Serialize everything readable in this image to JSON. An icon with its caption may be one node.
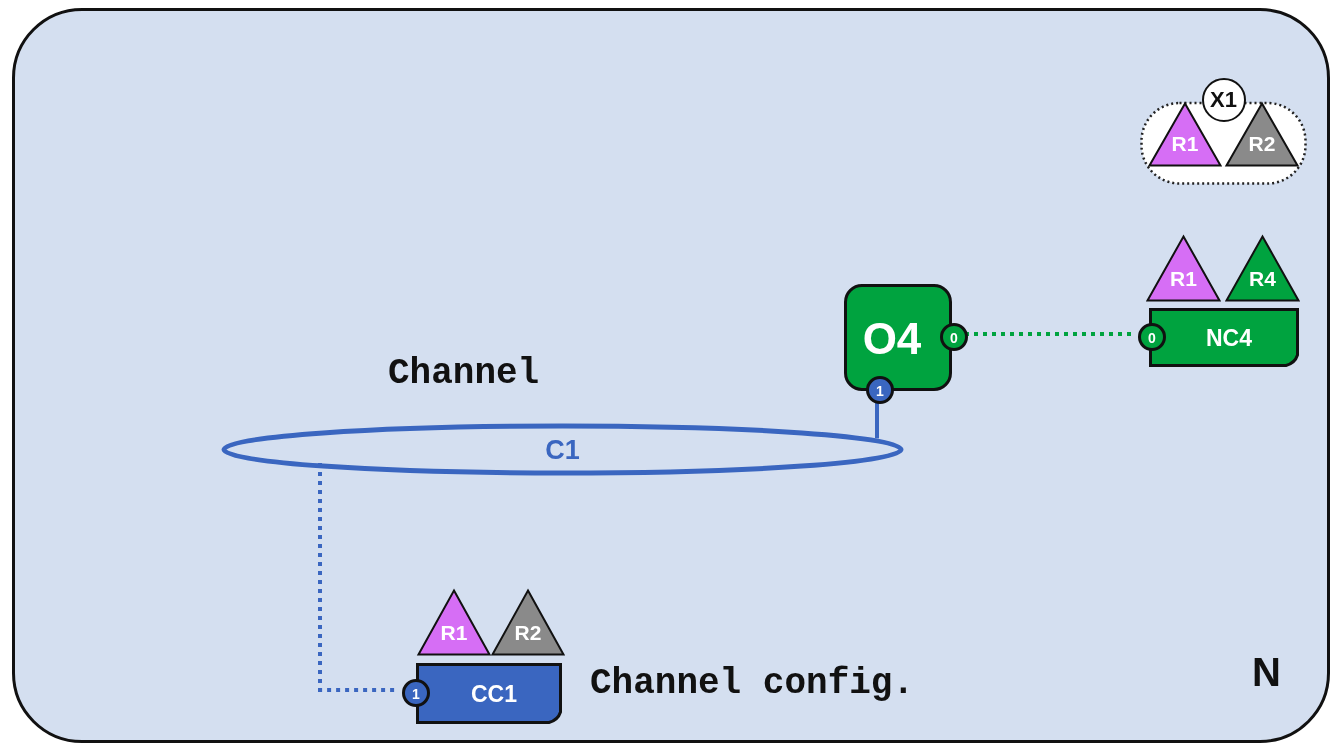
{
  "diagram": {
    "nodes": [
      {
        "text": [
          "N"
        ]
      },
      {
        "text": [
          "X1"
        ],
        "in": 0
      },
      {
        "text": [
          "R1"
        ],
        "in": 1
      },
      {
        "text": [
          "R2"
        ],
        "in": 1
      },
      {
        "text": [
          "O4"
        ],
        "in": 0
      },
      {
        "text": [
          "0"
        ],
        "in": 0
      },
      {
        "text": [
          "1"
        ],
        "in": 0
      },
      {
        "text": [
          "R1"
        ],
        "in": 0
      },
      {
        "text": [
          "R4"
        ],
        "in": 0
      },
      {
        "text": [
          "NC4"
        ],
        "in": 0
      },
      {
        "text": [
          "0"
        ],
        "in": 0
      },
      {
        "text": [
          "C1"
        ],
        "beside": [
          "Channel"
        ],
        "in": 0
      },
      {
        "text": [
          "R1"
        ],
        "in": 0
      },
      {
        "text": [
          "R2"
        ],
        "in": 0
      },
      {
        "text": [
          "CC1"
        ],
        "beside": [
          "Channel config."
        ],
        "in": 0
      },
      {
        "text": [
          "1"
        ],
        "in": 0
      }
    ],
    "edges": [
      {
        "from": 5,
        "to": 10,
        "arrow": "none",
        "style": "dashed",
        "color": "#00a33f"
      },
      {
        "from": 6,
        "to": 11,
        "arrow": "none"
      },
      {
        "from": 11,
        "to": 15,
        "arrow": "none",
        "style": "dashed"
      }
    ]
  }
}
